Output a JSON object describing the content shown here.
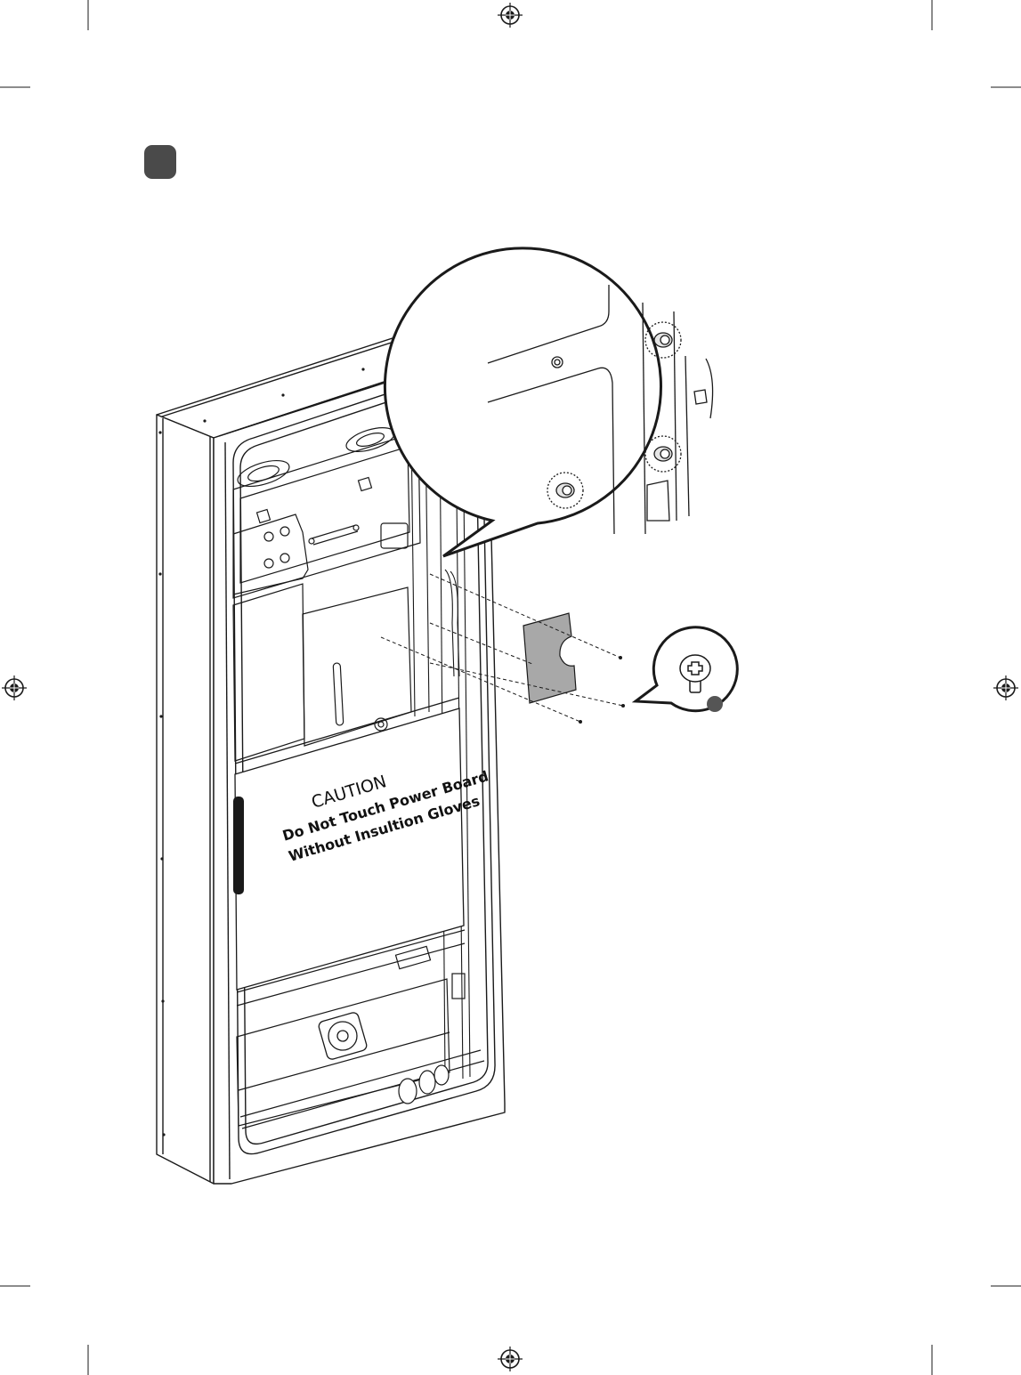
{
  "caution_label": {
    "title": "CAUTION",
    "line1": "Do Not Touch Power Board",
    "line2": "Without Insultion Gloves"
  },
  "colors": {
    "line": "#1a1a1a",
    "cover_plate": "#a8a8a8",
    "badge": "#4a4a4a"
  },
  "icons": [
    "registration-mark-icon",
    "phillips-screw-icon",
    "step-badge-icon"
  ]
}
